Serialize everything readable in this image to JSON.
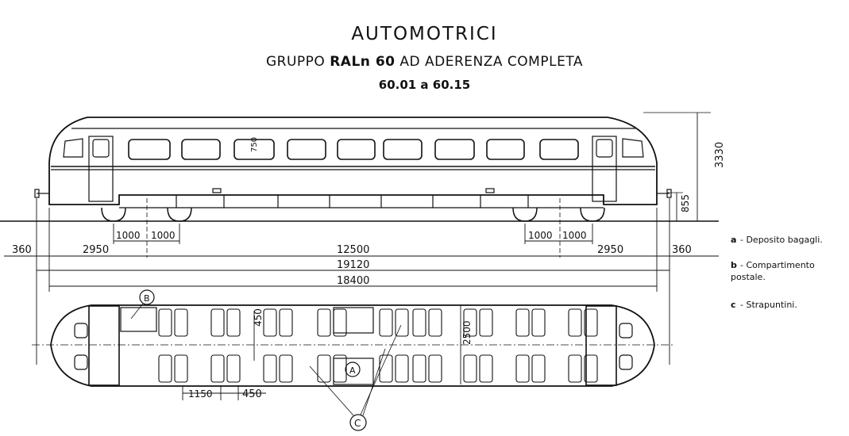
{
  "header": {
    "title": "AUTOMOTRICI",
    "subtitle_pre": "GRUPPO ",
    "subtitle_bold": "RALn 60",
    "subtitle_post": " AD ADERENZA COMPLETA",
    "numbers": "60.01 a 60.15"
  },
  "legend": [
    {
      "key": "a",
      "text": "- Deposito bagagli."
    },
    {
      "key": "b",
      "text": "- Compartimento postale."
    },
    {
      "key": "c",
      "text": "- Strapuntini."
    }
  ],
  "dimensions": {
    "window_height": "750",
    "height_total": "3330",
    "floor_height": "855",
    "bogie_left_a": "1000",
    "bogie_left_b": "1000",
    "bogie_right_a": "1000",
    "bogie_right_b": "1000",
    "overhang_left": "360",
    "end_left": "2950",
    "pivot_distance": "12500",
    "end_right": "2950",
    "overhang_right": "360",
    "length_buffers": "19120",
    "length_body": "18400",
    "plan_width": "2500",
    "aisle_width": "450",
    "seat_pitch": "1150",
    "seat_row": "450"
  },
  "labels": {
    "compartment_b": "B",
    "compartment_a": "A",
    "strapuntini": "C"
  }
}
